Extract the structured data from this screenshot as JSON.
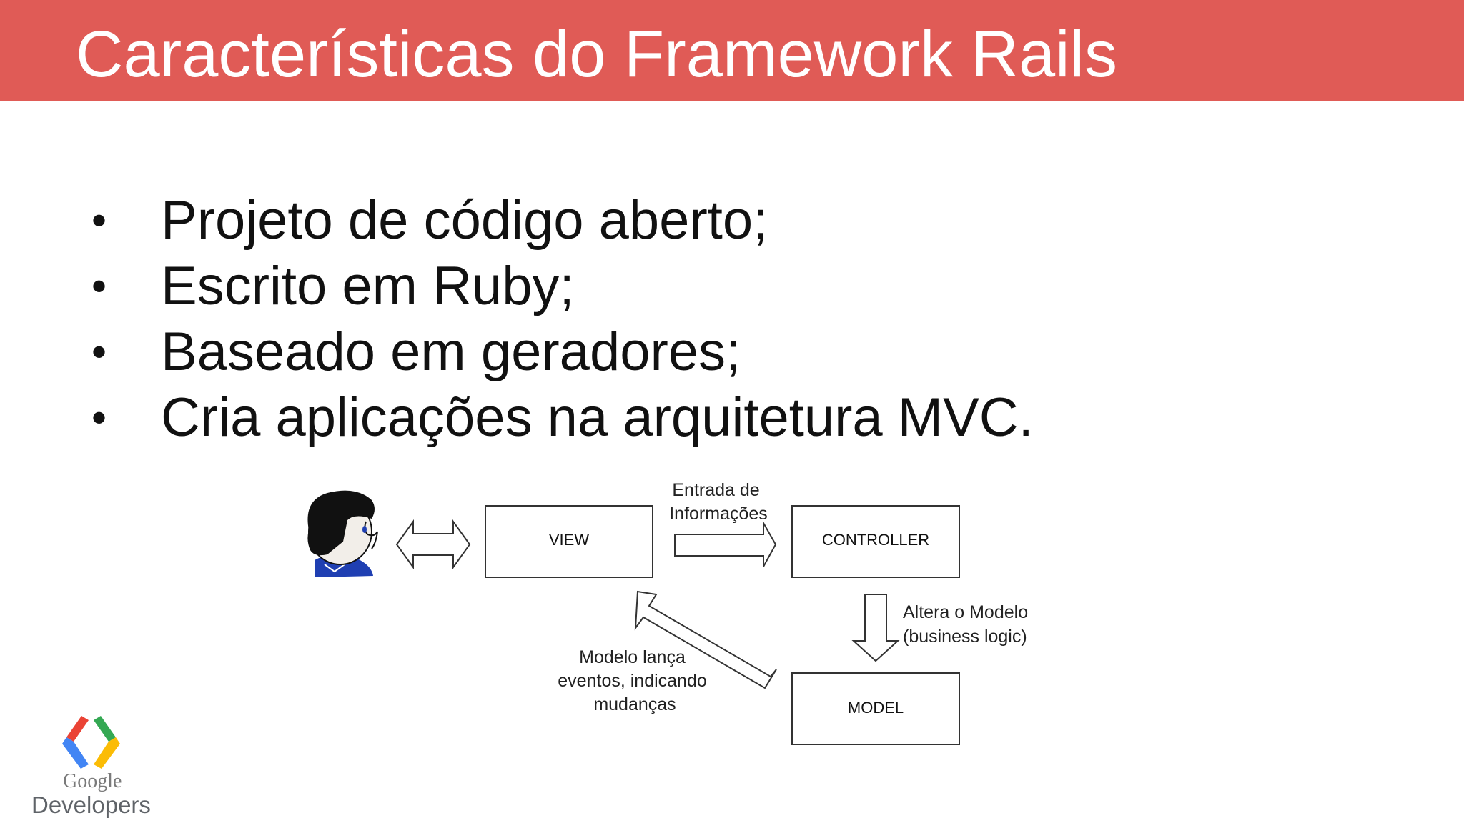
{
  "slide": {
    "title": "Características do Framework Rails",
    "bullets": [
      "Projeto de código aberto;",
      "Escrito em Ruby;",
      "Baseado em geradores;",
      "Cria aplicações na arquitetura MVC."
    ],
    "bullet_marker": "•"
  },
  "diagram": {
    "view_label": "VIEW",
    "controller_label": "CONTROLLER",
    "model_label": "MODEL",
    "input_note": [
      "Entrada de",
      "Informações"
    ],
    "change_note": [
      "Altera o Modelo",
      "(business logic)"
    ],
    "event_note": [
      "Modelo lança",
      "eventos, indicando",
      "mudanças"
    ]
  },
  "branding": {
    "google": "Google",
    "developers": "Developers"
  },
  "colors": {
    "title_bar": "#e05b56",
    "logo_red": "#ea4335",
    "logo_blue": "#4285f4",
    "logo_green": "#34a853",
    "logo_yellow": "#fbbc05"
  }
}
